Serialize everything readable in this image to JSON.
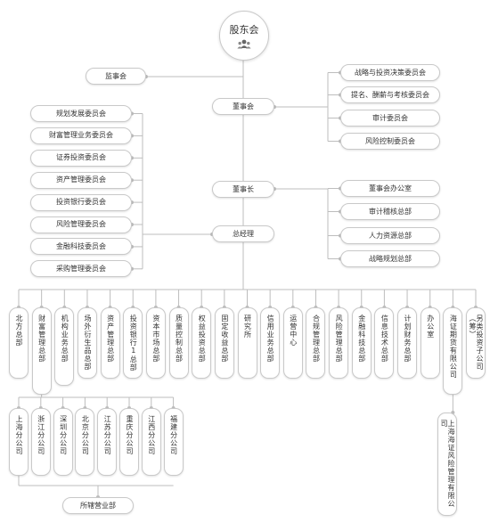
{
  "root": {
    "label": "股东会",
    "icon": "people-group-icon"
  },
  "supervisory_board": "监事会",
  "board": "董事会",
  "chairman": "董事长",
  "general_manager": "总经理",
  "board_committees": [
    "战略与投资决策委员会",
    "提名、酬薪与考核委员会",
    "审计委员会",
    "风险控制委员会"
  ],
  "chairman_units": [
    "董事会办公室",
    "审计稽核总部",
    "人力资源总部",
    "战略规划总部"
  ],
  "gm_committees": [
    "规划发展委员会",
    "财富管理业务委员会",
    "证券投资委员会",
    "资产管理委员会",
    "投资银行委员会",
    "风险管理委员会",
    "金融科技委员会",
    "采购管理委员会"
  ],
  "departments": [
    "北方总部",
    "财富管理总部",
    "机构业务总部",
    "场外衍生品总部",
    "资产管理总部",
    "投资银行1总部",
    "资本市场总部",
    "质量控制总部",
    "权益投资总部",
    "固定收益总部",
    "研究所",
    "信用业务总部",
    "运营中心",
    "合规管理总部",
    "风险管理总部",
    "金融科技总部",
    "信息技术总部",
    "计划财务总部",
    "办公室",
    "海证期货有限公司",
    "另类投资子公司（筹）"
  ],
  "branches": [
    "上海分公司",
    "浙江分公司",
    "深圳分公司",
    "北京分公司",
    "江苏分公司",
    "重庆分公司",
    "江西分公司",
    "福建分公司"
  ],
  "branch_footer": "所辖营业部",
  "futures_subsidiary": "上海海证风险管理有限公司",
  "colors": {
    "line": "#bdbdbd",
    "dot": "#bdbdbd",
    "border": "#c9c9c9",
    "text": "#333333"
  }
}
